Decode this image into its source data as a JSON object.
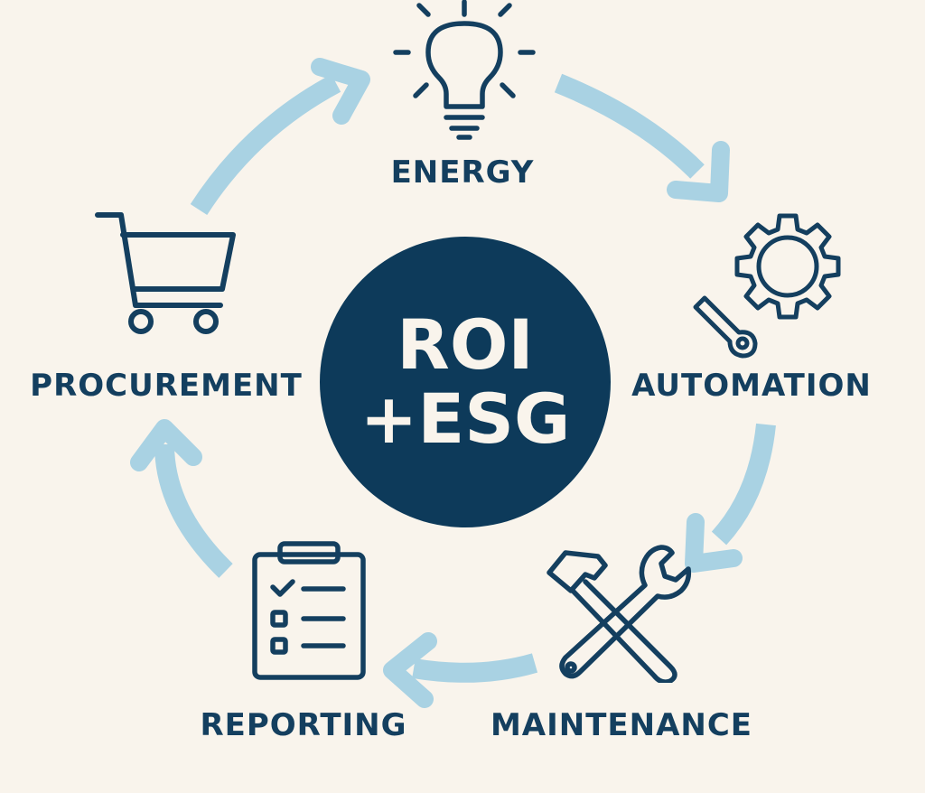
{
  "center": {
    "line1": "ROI",
    "line2": "+ESG"
  },
  "nodes": {
    "energy": {
      "label": "ENERGY",
      "icon": "lightbulb-icon"
    },
    "automation": {
      "label": "AUTOMATION",
      "icon": "gear-wrench-icon"
    },
    "maintenance": {
      "label": "MAINTENANCE",
      "icon": "hammer-wrench-icon"
    },
    "reporting": {
      "label": "REPORTING",
      "icon": "clipboard-checklist-icon"
    },
    "procurement": {
      "label": "PROCUREMENT",
      "icon": "shopping-cart-icon"
    }
  },
  "colors": {
    "background": "#f9f4ec",
    "primary": "#0d3a5a",
    "text": "#143f5f",
    "arrow": "#a9d2e3"
  }
}
